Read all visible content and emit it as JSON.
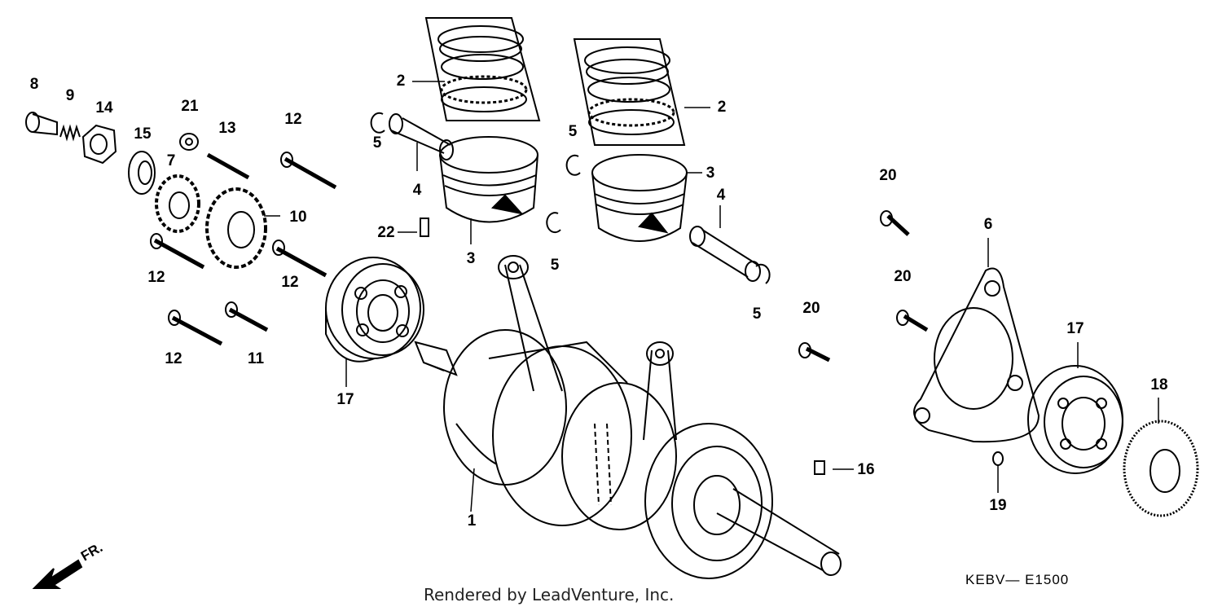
{
  "diagram": {
    "callouts": {
      "c1": "1",
      "c2a": "2",
      "c2b": "2",
      "c3a": "3",
      "c3b": "3",
      "c4a": "4",
      "c4b": "4",
      "c5a": "5",
      "c5b": "5",
      "c5c": "5",
      "c5d": "5",
      "c6": "6",
      "c7": "7",
      "c8": "8",
      "c9": "9",
      "c10": "10",
      "c11": "11",
      "c12a": "12",
      "c12b": "12",
      "c12c": "12",
      "c12d": "12",
      "c13": "13",
      "c14": "14",
      "c15": "15",
      "c16": "16",
      "c17a": "17",
      "c17b": "17",
      "c18": "18",
      "c19": "19",
      "c20a": "20",
      "c20b": "20",
      "c20c": "20",
      "c21": "21",
      "c22": "22"
    },
    "front_arrow_label": "FR.",
    "diagram_code": "KEBV— E1500",
    "render_credit": "Rendered by LeadVenture, Inc."
  }
}
